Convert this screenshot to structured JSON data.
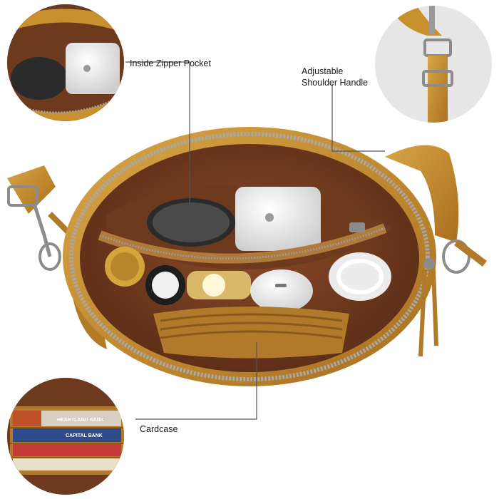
{
  "callouts": {
    "zipper_pocket": "Inside Zipper Pocket",
    "shoulder_handle_line1": "Adjustable",
    "shoulder_handle_line2": "Shoulder Handle",
    "cardcase": "Cardcase"
  },
  "cards": {
    "card1": "HEARTLAND BANK",
    "card2": "CAPITAL BANK"
  },
  "colors": {
    "leather": "#c8902e",
    "leather_dark": "#a86f1e",
    "lining": "#7a3f22",
    "lining_dark": "#5a2c16",
    "metal": "#9a9a9a",
    "callout_line": "#555555"
  }
}
